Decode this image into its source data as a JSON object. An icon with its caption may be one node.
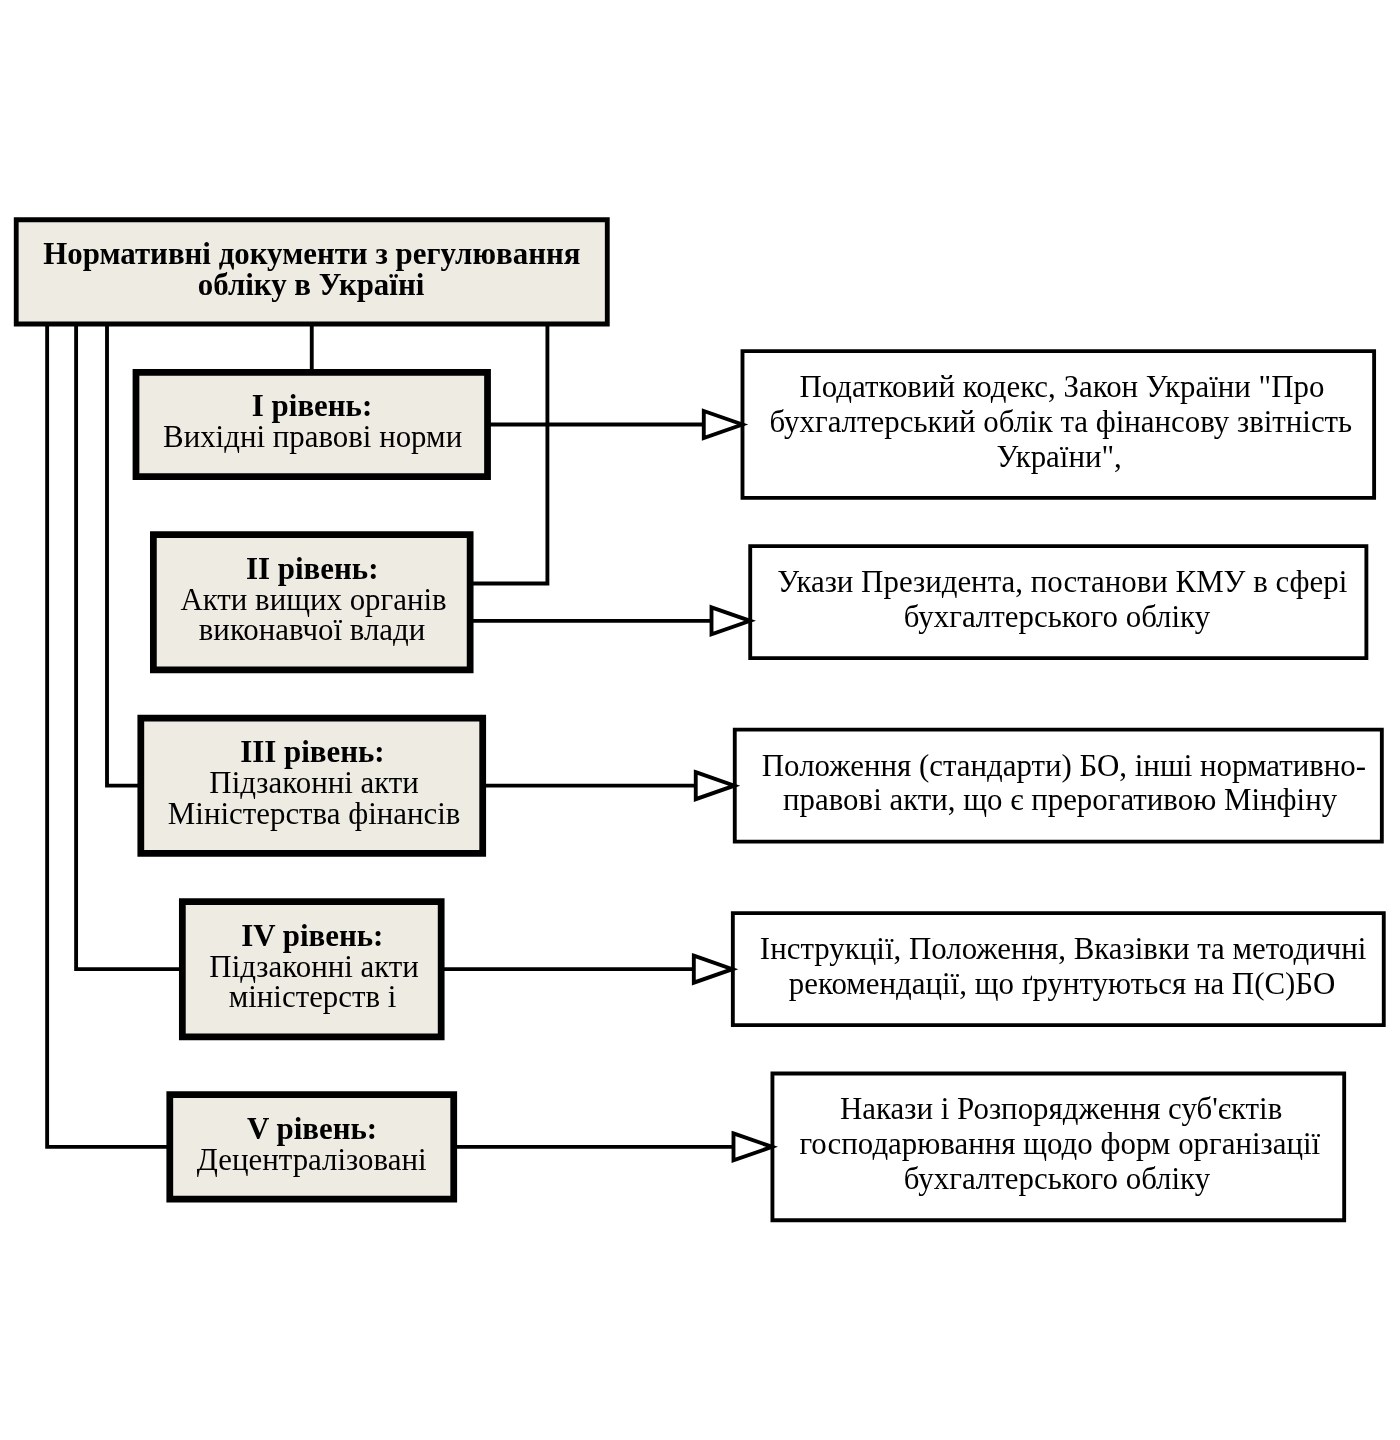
{
  "diagram": {
    "nodes": [
      {
        "text": [
          "Нормативні документи з регулювання обліку в Україні"
        ]
      },
      {
        "text": [
          "I рівень:",
          "Вихідні правові норми"
        ]
      },
      {
        "text": [
          "II рівень:",
          "Акти вищих органів виконавчої влади"
        ]
      },
      {
        "text": [
          "III рівень:",
          "Підзаконні акти Міністерства фінансів"
        ]
      },
      {
        "text": [
          "IV рівень:",
          "Підзаконні акти міністерств і"
        ]
      },
      {
        "text": [
          "V рівень:",
          "Децентралізовані"
        ]
      },
      {
        "text": [
          "Податковий кодекс, Закон України \"Про бухгалтерський облік та фінансову звітність України\","
        ]
      },
      {
        "text": [
          "Укази Президента, постанови КМУ в сфері бухгалтерського обліку"
        ]
      },
      {
        "text": [
          "Положення (стандарти) БО, інші нормативно-правові акти, що є прерогативою Мінфіну"
        ]
      },
      {
        "text": [
          "Інструкції, Положення, Вказівки та методичні рекомендації, що ґрунтуються на П(С)БО"
        ]
      },
      {
        "text": [
          "Накази і Розпорядження суб'єктів господарювання щодо форм організації бухгалтерського обліку"
        ]
      }
    ],
    "edges": [
      {
        "from": 0,
        "to": 1,
        "arrow": "none"
      },
      {
        "from": 0,
        "to": 2,
        "arrow": "none"
      },
      {
        "from": 0,
        "to": 3,
        "arrow": "none"
      },
      {
        "from": 0,
        "to": 4,
        "arrow": "none"
      },
      {
        "from": 0,
        "to": 5,
        "arrow": "none"
      },
      {
        "from": 1,
        "to": 6,
        "arrow": "to"
      },
      {
        "from": 2,
        "to": 7,
        "arrow": "to"
      },
      {
        "from": 3,
        "to": 8,
        "arrow": "to"
      },
      {
        "from": 4,
        "to": 9,
        "arrow": "to"
      },
      {
        "from": 5,
        "to": 10,
        "arrow": "to"
      }
    ]
  }
}
